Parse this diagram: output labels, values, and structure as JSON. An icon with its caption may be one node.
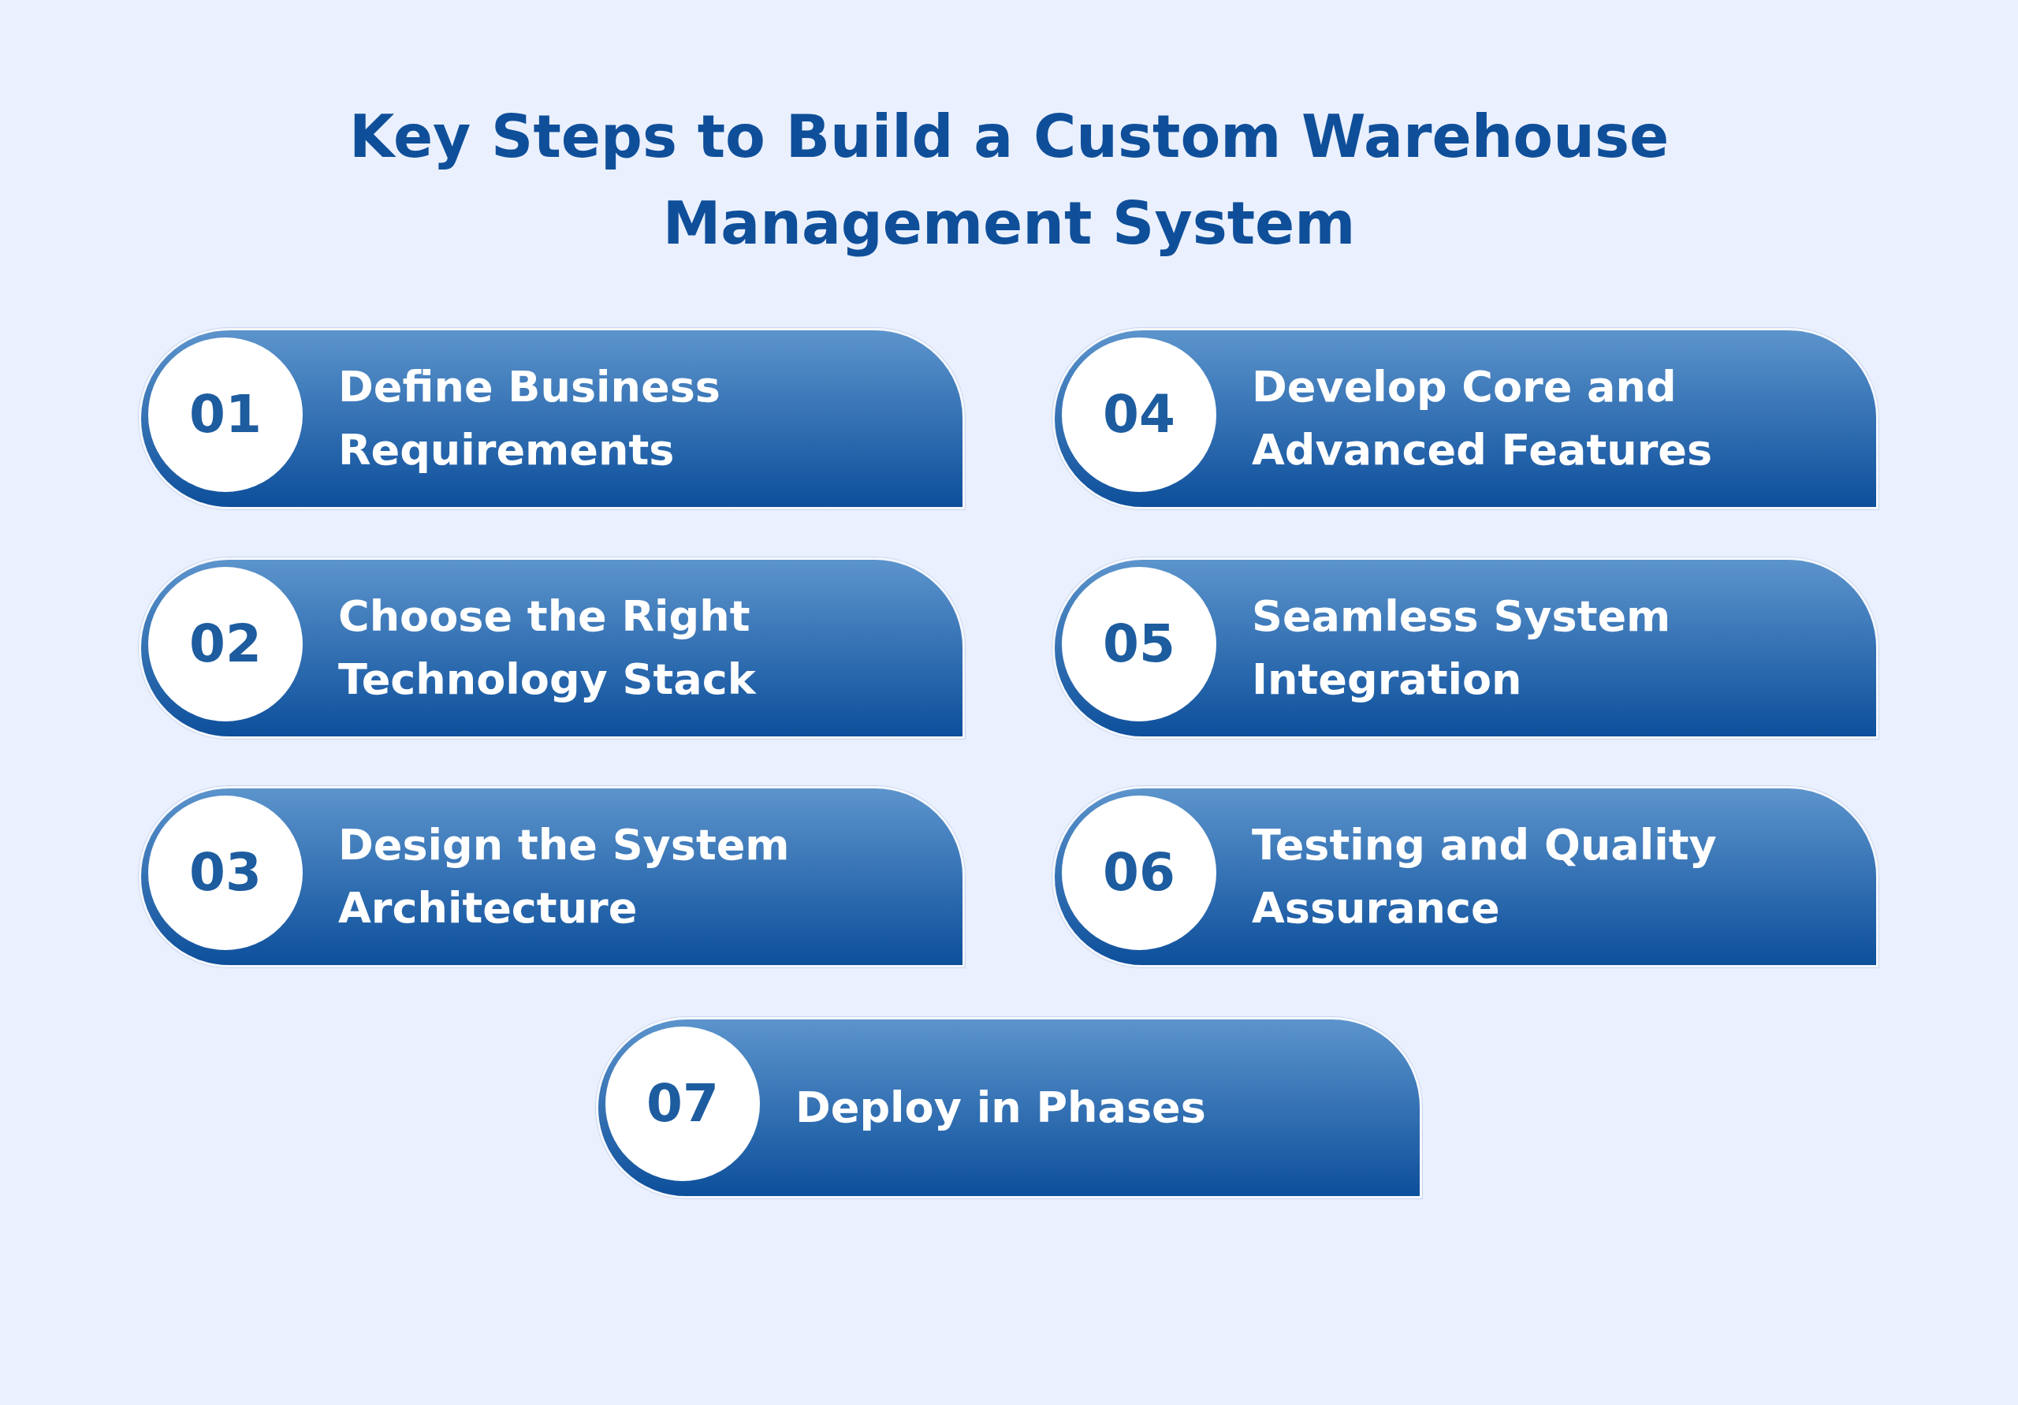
{
  "diagram": {
    "title": "Key Steps to Build a Custom Warehouse Management System",
    "nodes": [
      {
        "text": [
          "01",
          "Define Business Requirements"
        ]
      },
      {
        "text": [
          "02",
          "Choose the Right Technology Stack"
        ]
      },
      {
        "text": [
          "03",
          "Design the System Architecture"
        ]
      },
      {
        "text": [
          "04",
          "Develop Core and Advanced Features"
        ]
      },
      {
        "text": [
          "05",
          "Seamless System Integration"
        ]
      },
      {
        "text": [
          "06",
          "Testing and Quality Assurance"
        ]
      },
      {
        "text": [
          "07",
          "Deploy in Phases"
        ]
      }
    ]
  }
}
